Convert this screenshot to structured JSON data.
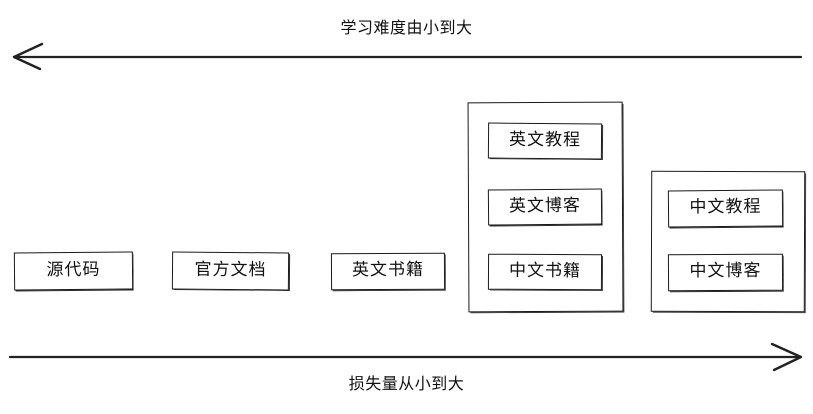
{
  "diagram": {
    "title_top": "学习难度由小到大",
    "title_bottom": "损失量从小到大",
    "axes": [
      {
        "name": "difficulty-axis",
        "label": "学习难度由小到大",
        "direction": "left",
        "position": "top"
      },
      {
        "name": "loss-axis",
        "label": "损失量从小到大",
        "direction": "right",
        "position": "bottom"
      }
    ],
    "nodes": [
      {
        "id": "source-code",
        "label": "源代码",
        "group": null
      },
      {
        "id": "official-docs",
        "label": "官方文档",
        "group": null
      },
      {
        "id": "english-books",
        "label": "英文书籍",
        "group": null
      },
      {
        "id": "english-tutorial",
        "label": "英文教程",
        "group": "english-group"
      },
      {
        "id": "english-blog",
        "label": "英文博客",
        "group": "english-group"
      },
      {
        "id": "chinese-books",
        "label": "中文书籍",
        "group": "english-group"
      },
      {
        "id": "chinese-tutorial",
        "label": "中文教程",
        "group": "chinese-group"
      },
      {
        "id": "chinese-blog",
        "label": "中文博客",
        "group": "chinese-group"
      }
    ],
    "groups": [
      {
        "id": "english-group",
        "label": ""
      },
      {
        "id": "chinese-group",
        "label": ""
      }
    ],
    "colors": {
      "stroke": "#1a1a1a",
      "text": "#111111",
      "background": "#ffffff"
    }
  }
}
